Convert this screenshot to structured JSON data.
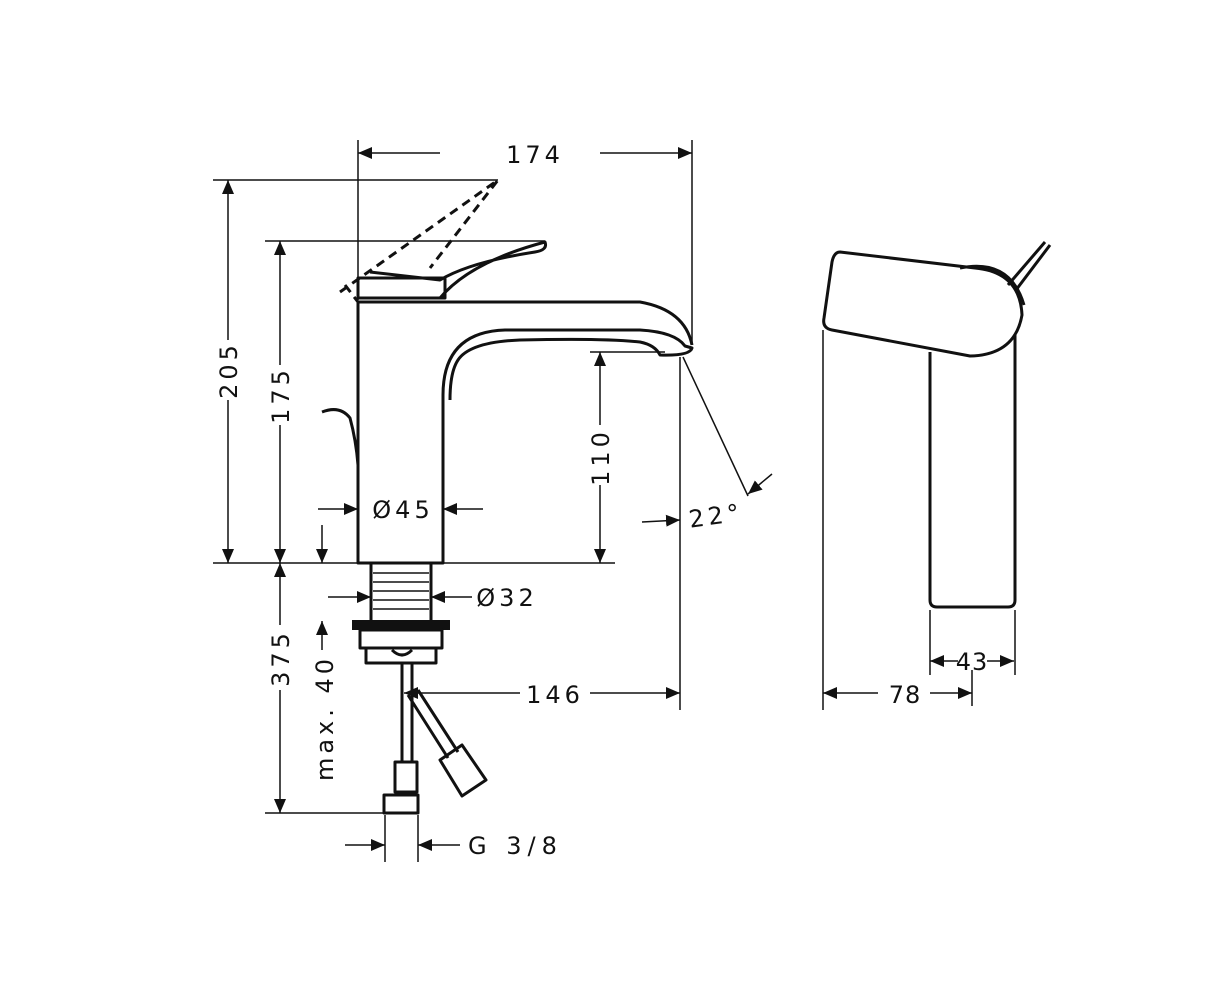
{
  "drawing": {
    "front_view": {
      "overall_width": "174",
      "height_lever_open": "205",
      "height_lever_closed": "175",
      "spout_height": "110",
      "body_diameter": "Ø45",
      "shank_diameter": "Ø32",
      "spout_angle": "22°",
      "below_counter_length": "375",
      "max_counter_thickness": "max. 40",
      "spout_reach": "146",
      "connection_thread": "G 3/8"
    },
    "side_view": {
      "body_depth": "43",
      "overall_depth": "78"
    },
    "line_color": "#111111"
  }
}
